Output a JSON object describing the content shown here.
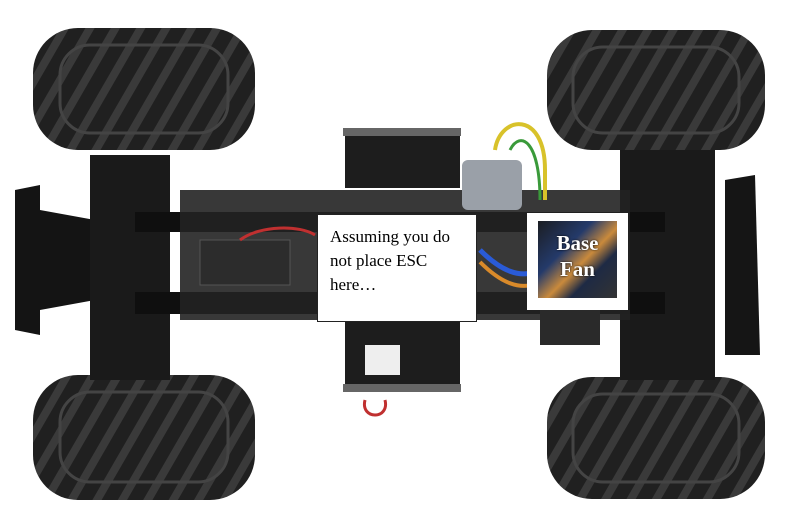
{
  "image": {
    "subject": "rc-monster-truck-chassis-top-view",
    "colors": {
      "tire": "#1a1a1a",
      "chassis": "#111111",
      "wire_blue": "#2a5bd7",
      "wire_orange": "#d98a2a",
      "wire_yellow": "#d8c22a",
      "wire_green": "#3a9a3a"
    }
  },
  "annotations": {
    "esc_note": "Assuming you do not place ESC here…",
    "fan_label_line1": "Base",
    "fan_label_line2": "Fan"
  }
}
